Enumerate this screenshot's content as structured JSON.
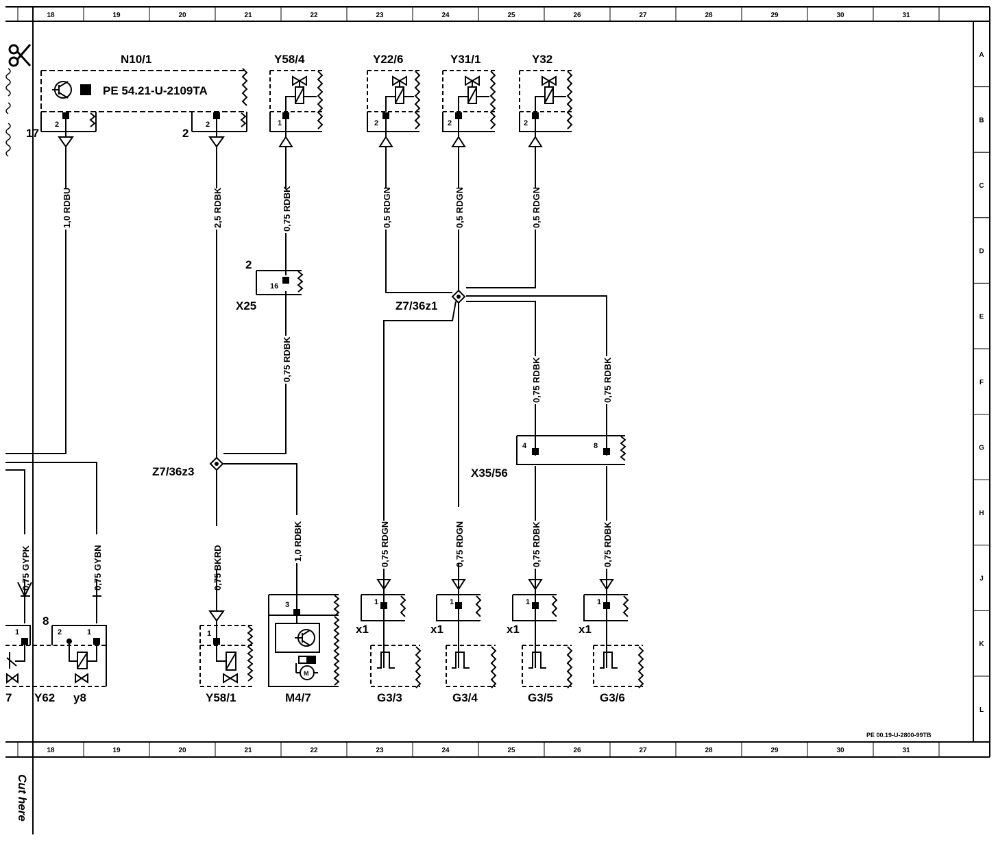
{
  "document": {
    "reference_code": "PE 00.19-U-2800-99TB",
    "cut_label": "Cut here"
  },
  "grid": {
    "columns": [
      "18",
      "19",
      "20",
      "21",
      "22",
      "23",
      "24",
      "25",
      "26",
      "27",
      "28",
      "29",
      "30",
      "31"
    ],
    "rows": [
      "A",
      "B",
      "C",
      "D",
      "E",
      "F",
      "G",
      "H",
      "J",
      "K",
      "L"
    ]
  },
  "components": {
    "n10_1": "N10/1",
    "n10_1_ref": "PE 54.21-U-2109TA",
    "y58_4": "Y58/4",
    "y22_6": "Y22/6",
    "y31_1": "Y31/1",
    "y32": "Y32",
    "x25": "X25",
    "z7_36z1": "Z7/36z1",
    "z7_36z3": "Z7/36z3",
    "x35_56": "X35/56",
    "y62": "Y62",
    "y8": "y8",
    "y58_1": "Y58/1",
    "m4_7": "M4/7",
    "g3_3": "G3/3",
    "g3_4": "G3/4",
    "g3_5": "G3/5",
    "g3_6": "G3/6",
    "left_partial": "7"
  },
  "wires": {
    "n10_out": "1,0 RDBU",
    "n10_out2": "2,5 RDBK",
    "y58_4": "0,75 RDBK",
    "x25_down": "0,75 RDBK",
    "y22_6": "0,5 RDGN",
    "y31_1": "0,5 RDGN",
    "y32": "0,5 RDGN",
    "x35_a": "0,75 RDBK",
    "x35_b": "0,75 RDBK",
    "y62_a": "0,75 GYPK",
    "y62_b": "0,75 GYBN",
    "y58_1": "0,75 BKRD",
    "m4_7": "1,0 RDBK",
    "g3_3": "0,75 RDGN",
    "g3_4": "0,75 RDGN",
    "g3_5": "0,75 RDBK",
    "g3_6": "0,75 RDBK"
  },
  "pins": {
    "n10_a": "2",
    "n10_a_ext": "17",
    "n10_b": "2",
    "n10_b_ext": "2",
    "y58_4": "1",
    "y22_6": "2",
    "y31_1": "2",
    "y32": "2",
    "x25_num": "2",
    "x25_pin": "16",
    "x35_a": "4",
    "x35_b": "8",
    "y62_a": "1",
    "y62_b": "2",
    "y62_c": "1",
    "y62_ext": "8",
    "y58_1": "1",
    "m4_7": "3",
    "g3": "1",
    "x1": "x1"
  }
}
